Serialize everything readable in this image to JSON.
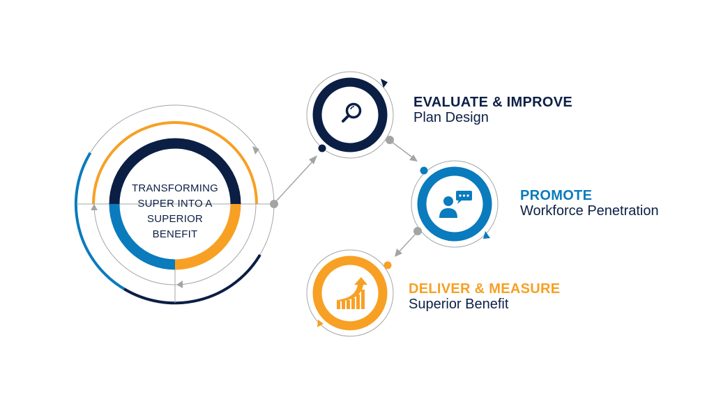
{
  "colors": {
    "navy": "#0b1f45",
    "blue": "#0a7bbd",
    "orange": "#f7a024",
    "gray": "#a3a5a5",
    "background": "#ffffff"
  },
  "center": {
    "line1": "TRANSFORMING",
    "line2": "SUPER INTO A",
    "line3": "SUPERIOR",
    "line4": "BENEFIT"
  },
  "steps": [
    {
      "id": "evaluate",
      "title": "EVALUATE & IMPROVE",
      "subtitle": "Plan Design",
      "color": "#0b1f45",
      "icon": "magnifying-glass-icon"
    },
    {
      "id": "promote",
      "title": "PROMOTE",
      "subtitle": "Workforce Penetration",
      "color": "#0a7bbd",
      "icon": "person-speech-bubble-icon"
    },
    {
      "id": "deliver",
      "title": "DELIVER & MEASURE",
      "subtitle": "Superior Benefit",
      "color": "#f7a024",
      "icon": "growth-chart-arrow-icon"
    }
  ]
}
